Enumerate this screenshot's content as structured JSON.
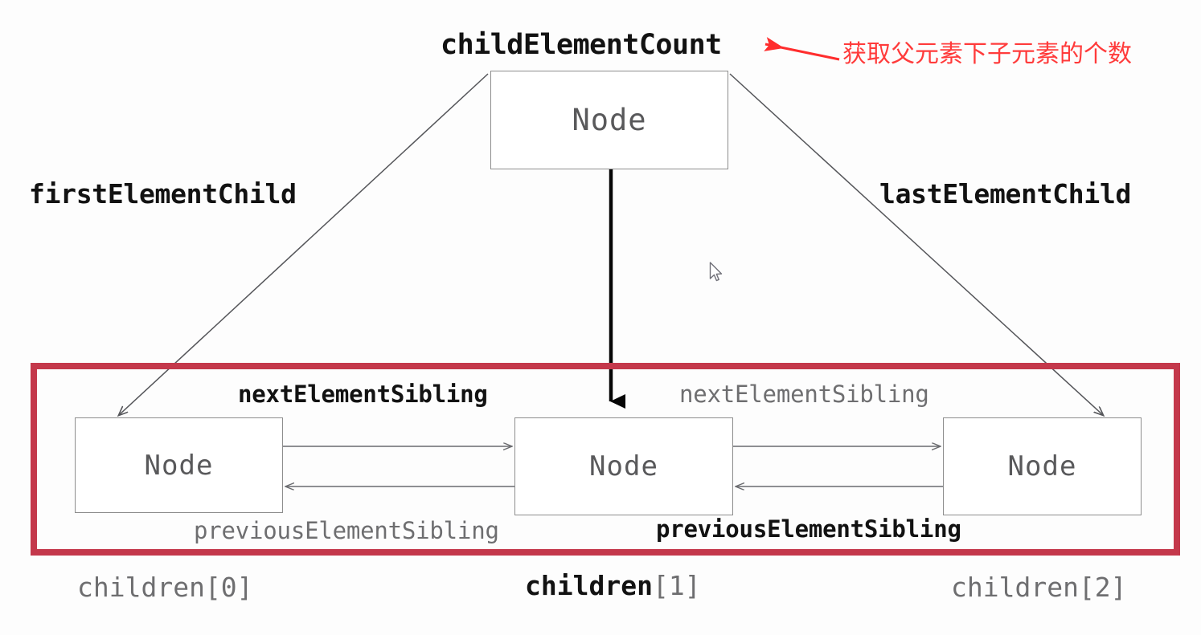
{
  "diagram": {
    "title_label": "childElementCount",
    "annotation": "获取父元素下子元素的个数",
    "nodes": {
      "root": "Node",
      "child0": "Node",
      "child1": "Node",
      "child2": "Node"
    },
    "edge_labels": {
      "first_element_child": "firstElementChild",
      "last_element_child": "lastElementChild",
      "next_element_sibling_bold": "nextElementSibling",
      "next_element_sibling_light": "nextElementSibling",
      "previous_element_sibling_light": "previousElementSibling",
      "previous_element_sibling_bold": "previousElementSibling"
    },
    "children_labels": {
      "child0": "children[0]",
      "child1_keyword": "children",
      "child1_index": "[1]",
      "child2": "children[2]"
    },
    "colors": {
      "highlight_frame": "#c4384b",
      "annotation_red": "#ff3b3b",
      "node_border": "#8d8d8d",
      "node_text": "#59595b",
      "bold_text": "#121212",
      "light_text": "#6e6e70",
      "edge_line": "#55565a"
    },
    "icons": {
      "cursor": "mouse-pointer-icon",
      "annotation_arrow": "left-arrow-icon"
    }
  }
}
